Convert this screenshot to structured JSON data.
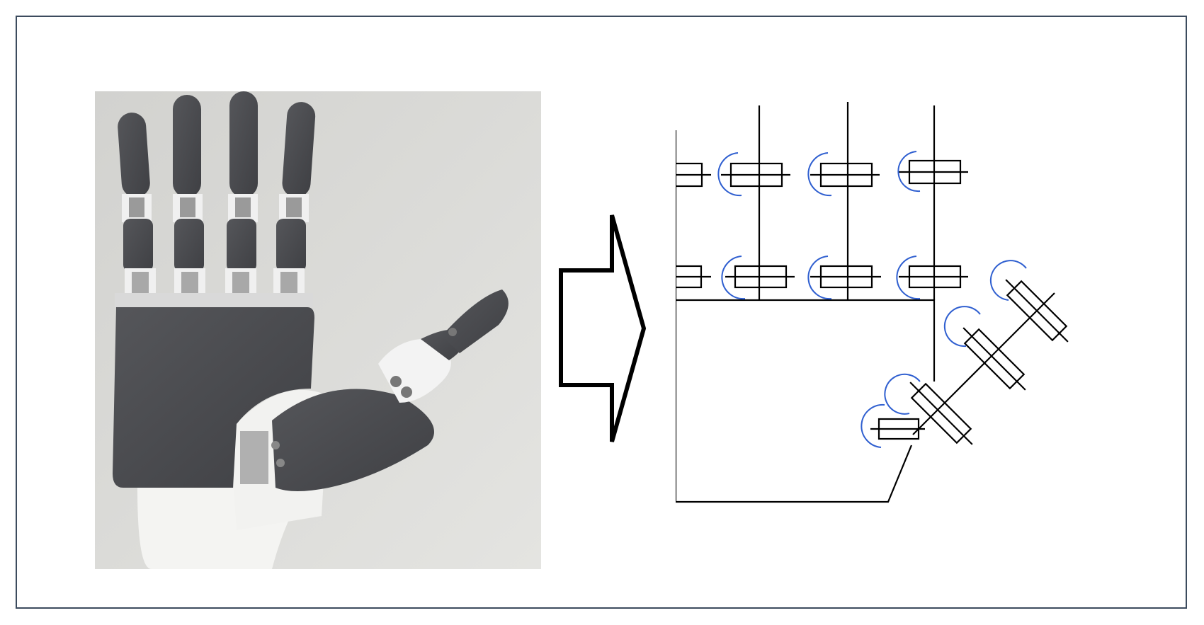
{
  "figure": {
    "photo": {
      "subject": "robotic-hand-photo",
      "finger_count": 4,
      "thumb_count": 1
    },
    "arrow": {
      "direction": "right"
    },
    "schematic": {
      "finger_count": 4,
      "joints_per_finger": 2,
      "thumb_joints": 4,
      "colors": {
        "line": "#000000",
        "joint_arc": "#2f5fd0"
      }
    }
  },
  "colors": {
    "frame_border": "#3c4b5e",
    "hand_dark": "#4a4b4f",
    "hand_white": "#f5f5f5",
    "background_photo": "#dcdcd9"
  }
}
